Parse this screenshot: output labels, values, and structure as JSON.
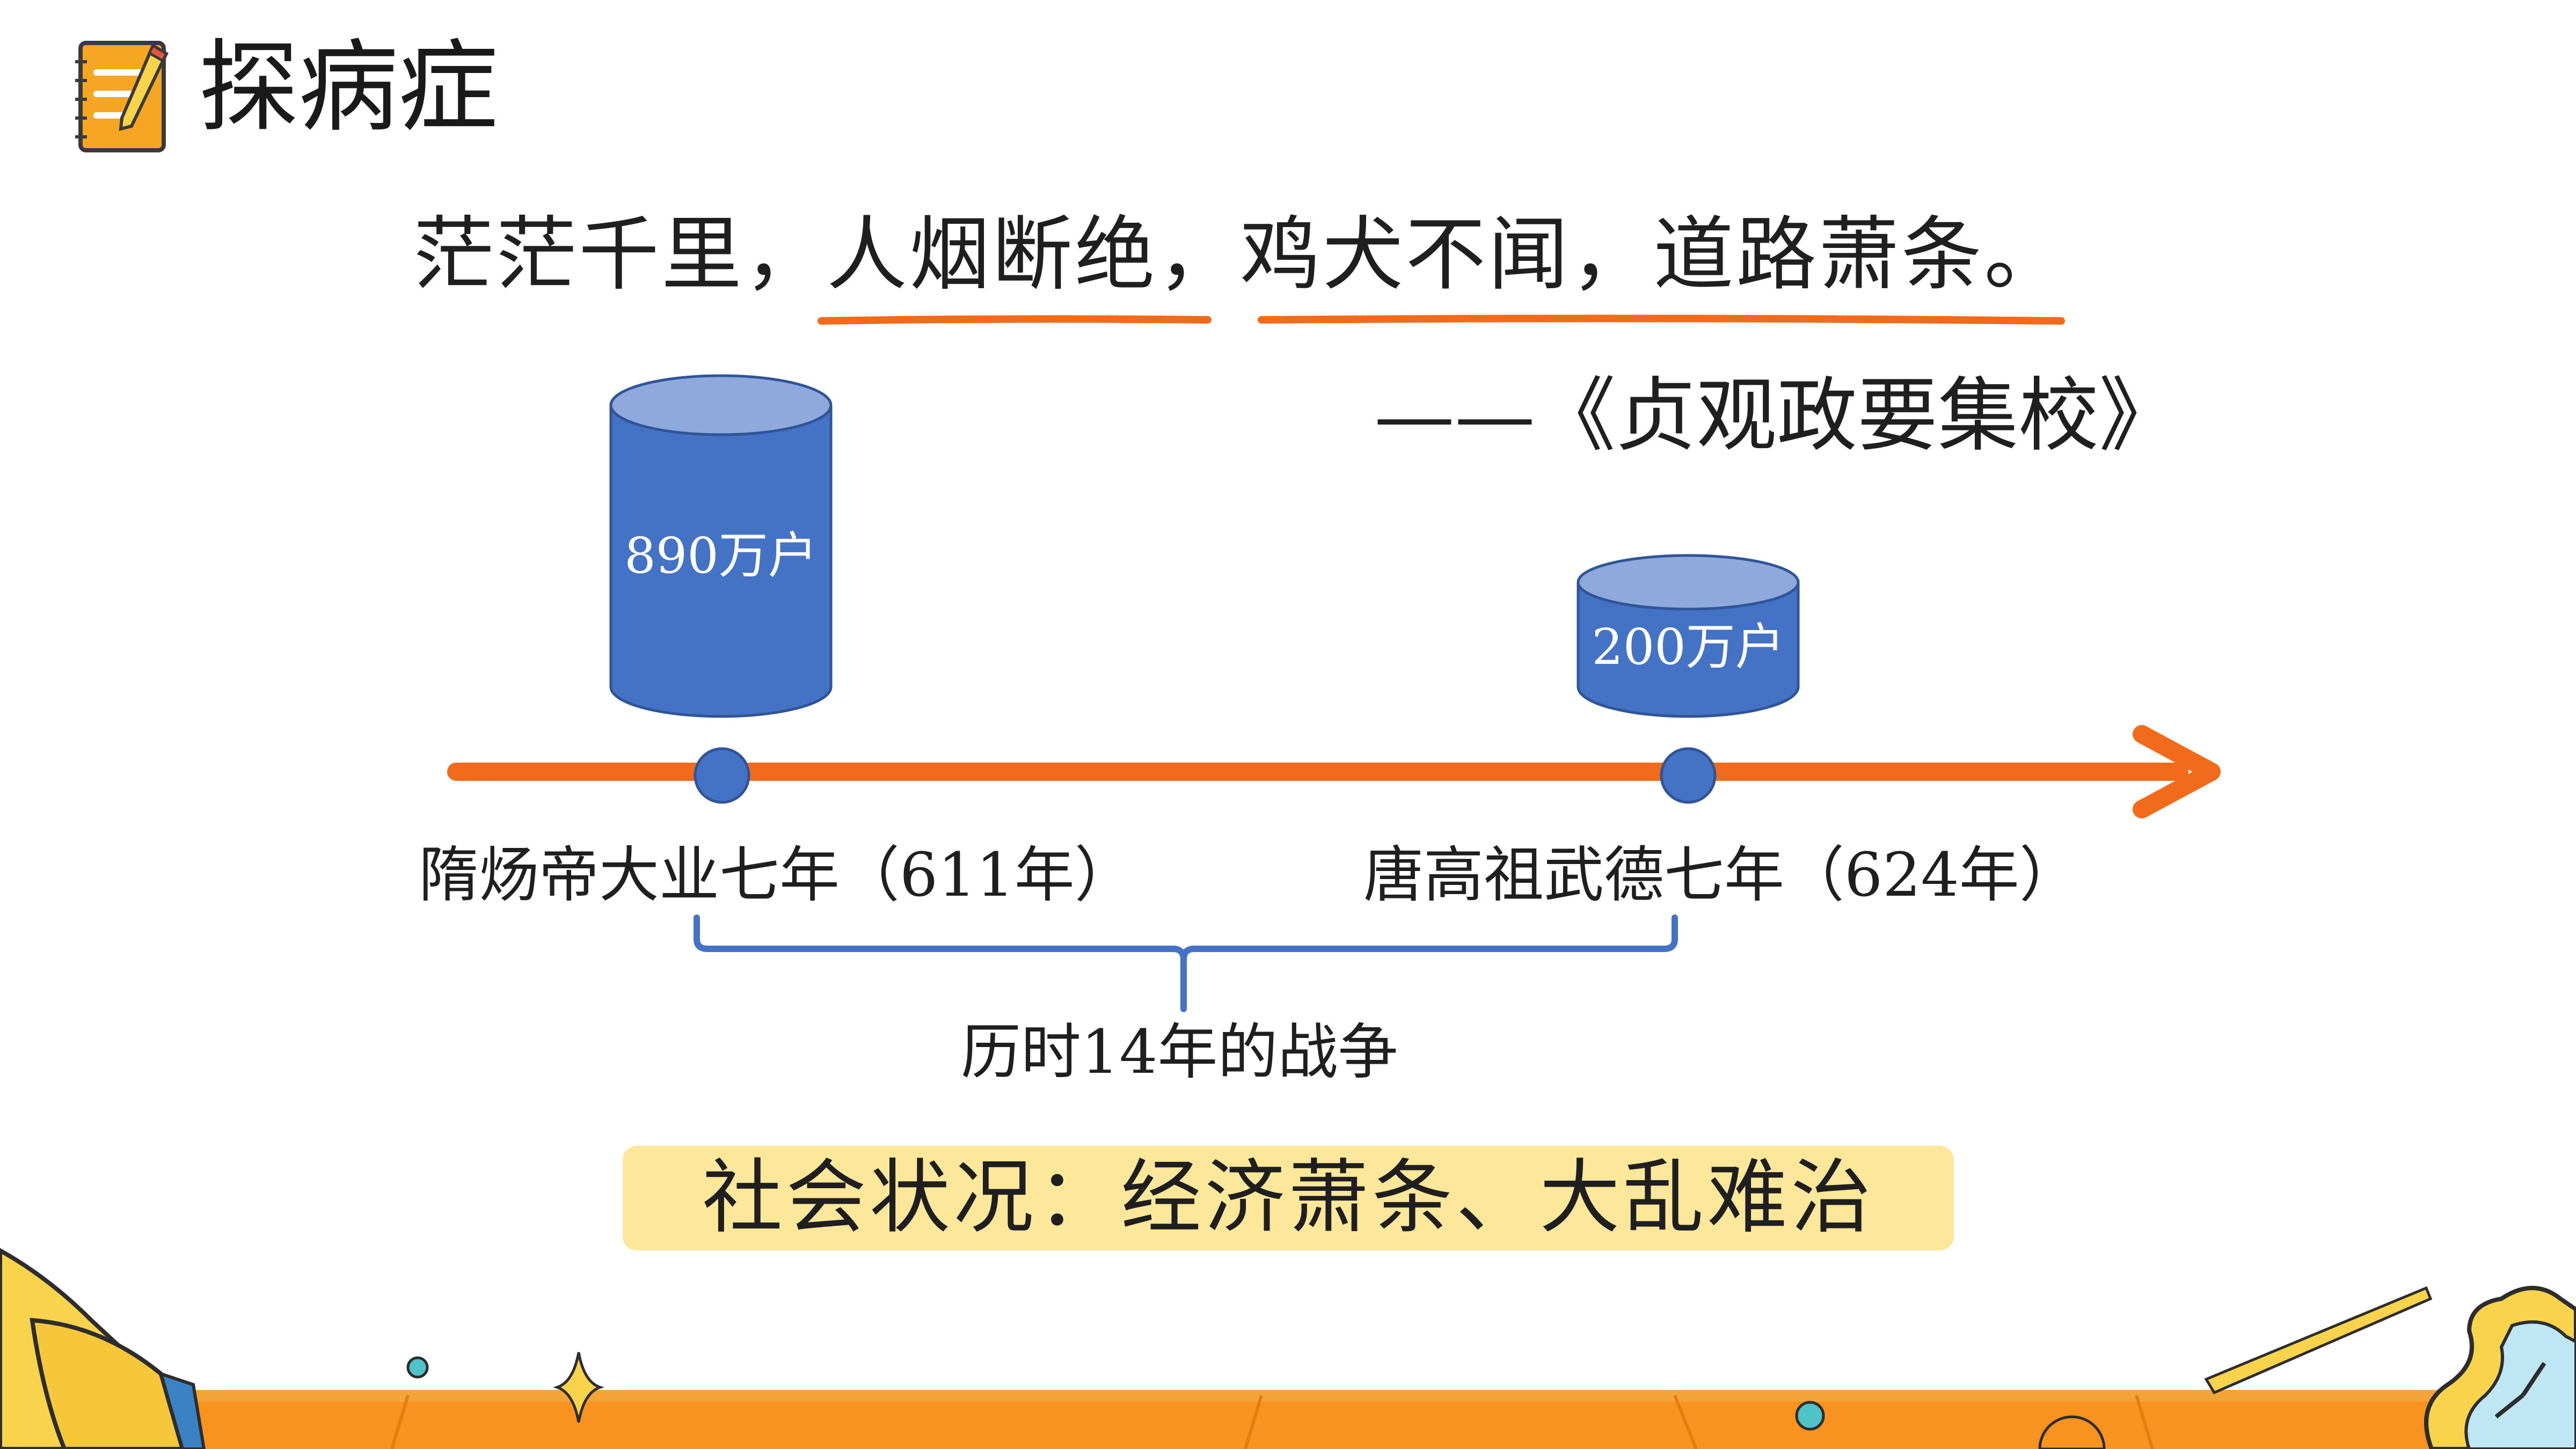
{
  "title": "探病症",
  "quote": "茫茫千里，人烟断绝，鸡犬不闻，道路萧条。",
  "source": "——《贞观政要集校》",
  "households_before": "890万户",
  "households_after": "200万户",
  "event_start": "隋炀帝大业七年（611年）",
  "event_end": "唐高祖武德七年（624年）",
  "duration": "历时14年的战争",
  "conclusion": "社会状况：经济萧条、大乱难治",
  "colors": {
    "timeline": "#f26a1b",
    "cylinder": "#4472c4",
    "cylinder_top": "#8fa9dc",
    "highlight": "#fce79a",
    "icon": "#f5a623"
  }
}
